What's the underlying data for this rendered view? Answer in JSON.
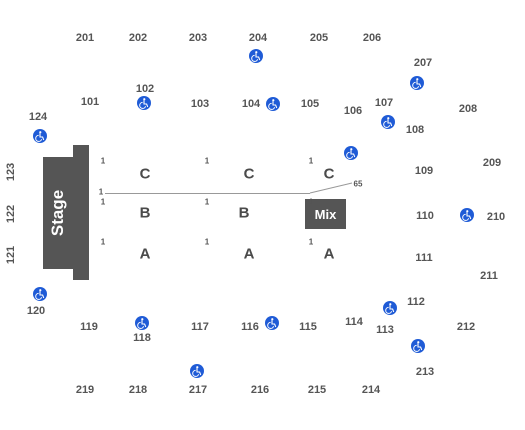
{
  "colors": {
    "stage": "#555555",
    "mix": "#555555",
    "wheelchair": "#1f5bd6",
    "label": "#555555"
  },
  "stage": {
    "label": "Stage"
  },
  "mix": {
    "label": "Mix"
  },
  "rail_label": "65",
  "seat_number": "1",
  "rows": {
    "c": "C",
    "b": "B",
    "a": "A"
  },
  "sections": {
    "s201": "201",
    "s202": "202",
    "s203": "203",
    "s204": "204",
    "s205": "205",
    "s206": "206",
    "s207": "207",
    "s208": "208",
    "s209": "209",
    "s210": "210",
    "s211": "211",
    "s212": "212",
    "s213": "213",
    "s214": "214",
    "s215": "215",
    "s216": "216",
    "s217": "217",
    "s218": "218",
    "s219": "219",
    "s101": "101",
    "s102": "102",
    "s103": "103",
    "s104": "104",
    "s105": "105",
    "s106": "106",
    "s107": "107",
    "s108": "108",
    "s109": "109",
    "s110": "110",
    "s111": "111",
    "s112": "112",
    "s113": "113",
    "s114": "114",
    "s115": "115",
    "s116": "116",
    "s117": "117",
    "s118": "118",
    "s119": "119",
    "s120": "120",
    "s121": "121",
    "s122": "122",
    "s123": "123",
    "s124": "124"
  },
  "icons": {
    "accessible": "wheelchair-icon"
  }
}
